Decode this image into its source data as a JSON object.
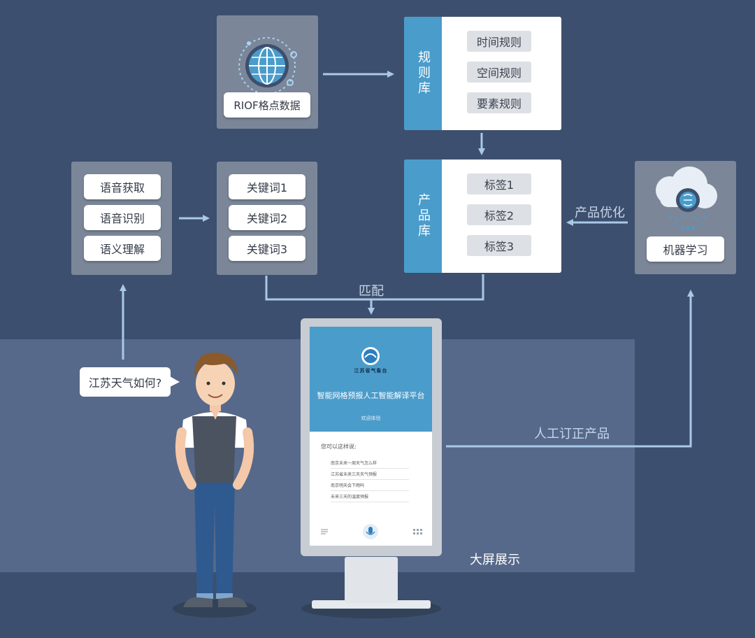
{
  "sources": {
    "riof_label": "RIOF格点数据",
    "voice_steps": [
      "语音获取",
      "语音识别",
      "语义理解"
    ],
    "keywords": [
      "关键词1",
      "关键词2",
      "关键词3"
    ],
    "ml_label": "机器学习"
  },
  "rule_library": {
    "title": "规则库",
    "rules": [
      "时间规则",
      "空间规则",
      "要素规则"
    ]
  },
  "product_library": {
    "title": "产品库",
    "tags": [
      "标签1",
      "标签2",
      "标签3"
    ]
  },
  "connectors": {
    "match": "匹配",
    "optimize": "产品优化",
    "manual_correct": "人工订正产品"
  },
  "display": {
    "label": "大屏展示",
    "bubble_text": "江苏天气如何?"
  },
  "kiosk": {
    "brand": "江苏省气象台",
    "title": "智能网格预报人工智能解译平台",
    "welcome": "欢迎体验",
    "ask_prompt": "您可以这样说:",
    "examples": [
      "南京未来一周天气怎么样",
      "江苏省未来三天天气预报",
      "南京明天会下雨吗",
      "未来三天的温度预报"
    ]
  },
  "colors": {
    "background": "#3d4f6e",
    "band": "#56698a",
    "panel": "#7b8799",
    "accent": "#4a9ccb",
    "arrow": "#a9c9e6"
  },
  "icons": [
    "globe-icon",
    "cloud-brain-icon",
    "microphone-icon"
  ]
}
